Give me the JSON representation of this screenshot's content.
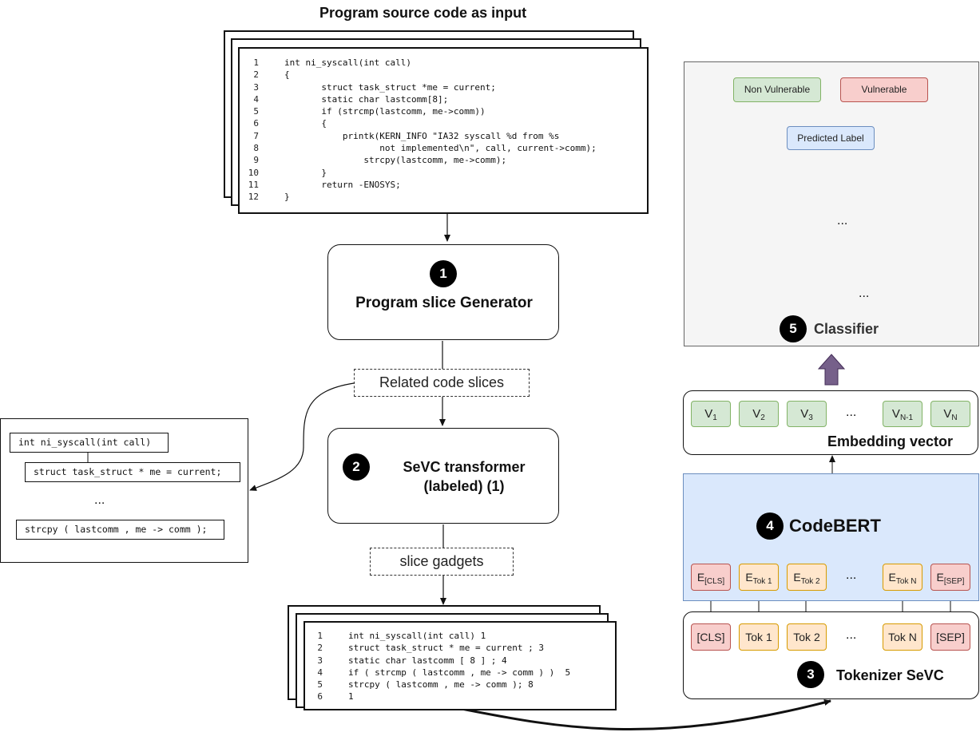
{
  "input_title": "Program source code as input",
  "source_code": [
    {
      "n": "1",
      "text": "int ni_syscall(int call)"
    },
    {
      "n": "2",
      "text": "{"
    },
    {
      "n": "3",
      "text": "       struct task_struct *me = current;"
    },
    {
      "n": "4",
      "text": "       static char lastcomm[8];"
    },
    {
      "n": "5",
      "text": "       if (strcmp(lastcomm, me->comm))"
    },
    {
      "n": "6",
      "text": "       {"
    },
    {
      "n": "7",
      "text": "           printk(KERN_INFO \"IA32 syscall %d from %s"
    },
    {
      "n": "8",
      "text": "                  not implemented\\n\", call, current->comm);"
    },
    {
      "n": "9",
      "text": "               strcpy(lastcomm, me->comm);"
    },
    {
      "n": "10",
      "text": "       }"
    },
    {
      "n": "11",
      "text": "       return -ENOSYS;"
    },
    {
      "n": "12",
      "text": "}"
    }
  ],
  "steps": {
    "s1": {
      "num": "1",
      "label": "Program slice Generator"
    },
    "s2": {
      "num": "2",
      "label_line1": "SeVC transformer",
      "label_line2": "(labeled) (1)"
    },
    "s3": {
      "num": "3",
      "label": "Tokenizer SeVC"
    },
    "s4": {
      "num": "4",
      "label": "CodeBERT"
    },
    "s5": {
      "num": "5",
      "label": "Classifier"
    }
  },
  "related_slices_label": "Related code slices",
  "slice_gadgets_label": "slice gadgets",
  "slice_panel": {
    "line1": "int ni_syscall(int call)",
    "line2": "struct task_struct * me = current;",
    "ellipsis": "...",
    "line3": "strcpy ( lastcomm , me -> comm );"
  },
  "gadget_code": [
    {
      "n": "1",
      "text": "int ni_syscall(int call) 1"
    },
    {
      "n": "2",
      "text": "struct task_struct * me = current ; 3"
    },
    {
      "n": "3",
      "text": "static char lastcomm [ 8 ] ; 4"
    },
    {
      "n": "4",
      "text": "if ( strcmp ( lastcomm , me -> comm ) )  5"
    },
    {
      "n": "5",
      "text": "strcpy ( lastcomm , me -> comm ); 8"
    },
    {
      "n": "6",
      "text": "1"
    }
  ],
  "tokens": {
    "cls": "[CLS]",
    "tok1": "Tok 1",
    "tok2": "Tok 2",
    "dots": "...",
    "tokn": "Tok N",
    "sep": "[SEP]"
  },
  "embeddings": {
    "e_prefix": "E",
    "cls_sub": "[CLS]",
    "tok1_sub": "Tok 1",
    "tok2_sub": "Tok 2",
    "dots": "...",
    "tokn_sub": "Tok N",
    "sep_sub": "[SEP]"
  },
  "embedding_vector": {
    "label": "Embedding vector",
    "v_prefix": "V",
    "v1": "1",
    "v2": "2",
    "v3": "3",
    "dots": "...",
    "vn1": "N-1",
    "vn": "N"
  },
  "classifier": {
    "predicted_label": "Predicted Label",
    "non_vulnerable": "Non Vulnerable",
    "vulnerable": "Vulnerable",
    "dots_hidden": "...",
    "dots_input": "..."
  },
  "colors": {
    "pink": "#f8cecc",
    "orange": "#ffe6cc",
    "green": "#d5e8d4",
    "blue": "#dae8fc",
    "codebert_bg": "#dae8fc",
    "classifier_bg": "#f5f5f5",
    "up_arrow": "#76608a"
  }
}
